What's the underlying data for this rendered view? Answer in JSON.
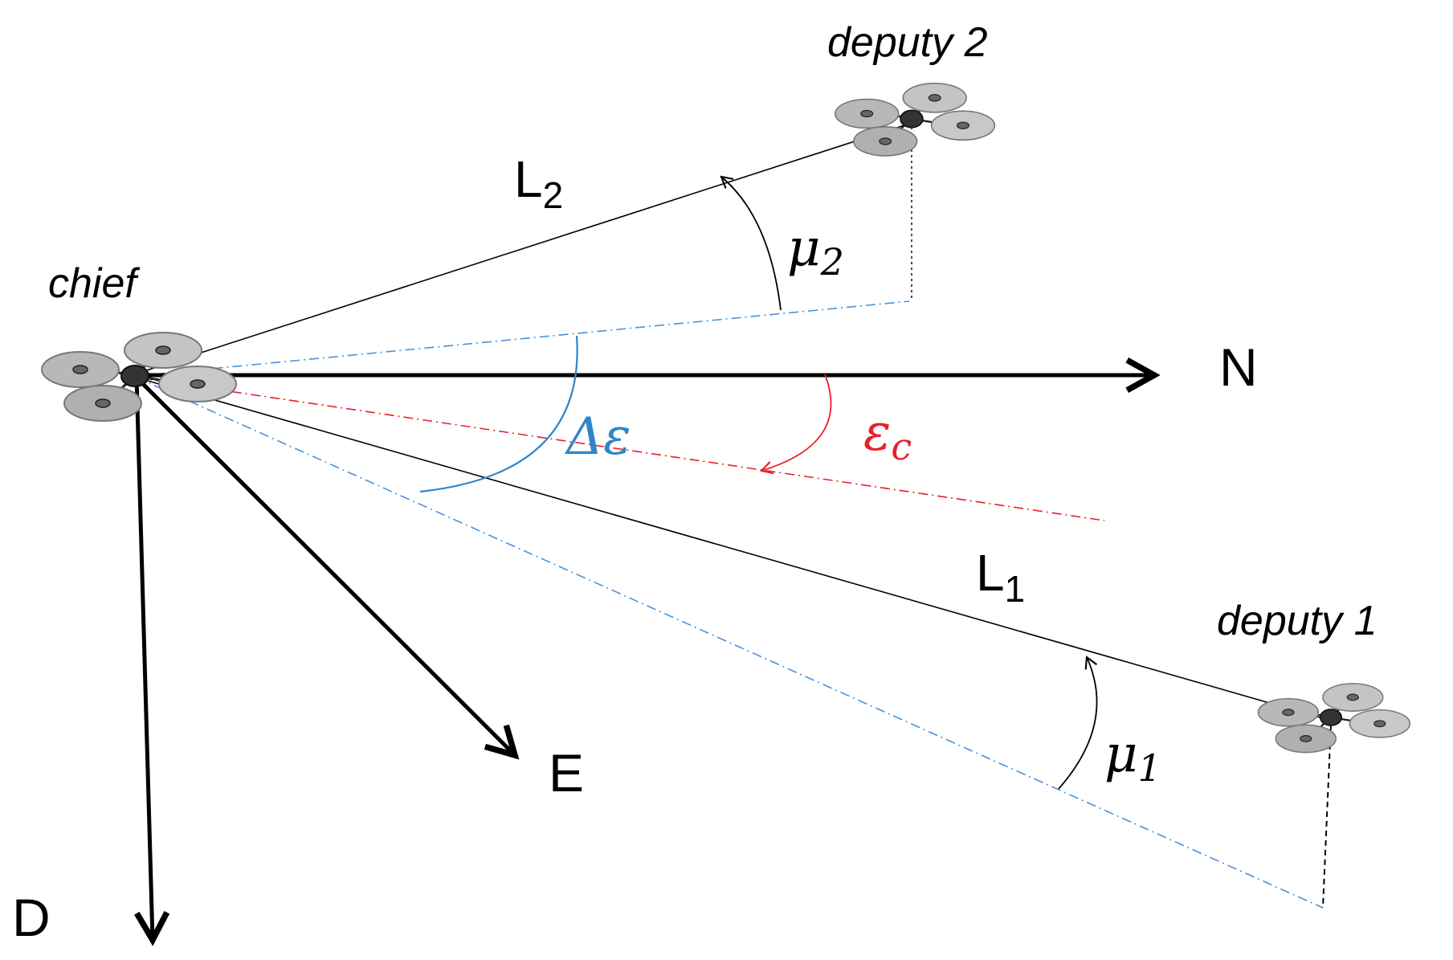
{
  "labels": {
    "chief": "chief",
    "deputy2": "deputy 2",
    "deputy1": "deputy 1",
    "north": "N",
    "east": "E",
    "down": "D",
    "l2_main": "L",
    "l2_sub": "2",
    "l1_main": "L",
    "l1_sub": "1",
    "mu2_main": "μ",
    "mu2_sub": "2",
    "mu1_main": "μ",
    "mu1_sub": "1",
    "delta_eps": "Δε",
    "eps_c_main": "ε",
    "eps_c_sub": "c"
  },
  "colors": {
    "axis": "#000000",
    "projection": "#4a90d9",
    "angle_blue": "#2e86c8",
    "eps_red": "#e8202a",
    "drone_body": "#333333",
    "rotor_fill": "#b8b8b8",
    "rotor_stroke": "#777777"
  },
  "icons": {
    "drone": "quadcopter-icon"
  }
}
